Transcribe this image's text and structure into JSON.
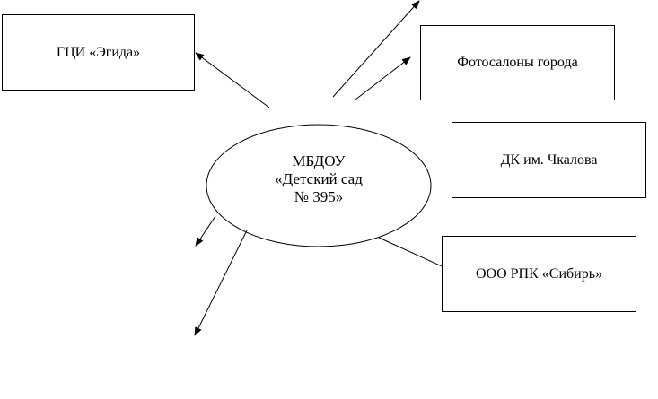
{
  "center": {
    "line1": "МБДОУ",
    "line2": "«Детский сад",
    "line3": "№ 395»"
  },
  "partners": {
    "egida": "ГЦИ «Эгида»",
    "photo_salons": "Фотосалоны города",
    "dk_chkalova": "ДК им. Чкалова",
    "rpk_sibir": "ООО РПК «Сибирь»"
  },
  "colors": {
    "stroke": "#000000",
    "background": "#ffffff"
  }
}
